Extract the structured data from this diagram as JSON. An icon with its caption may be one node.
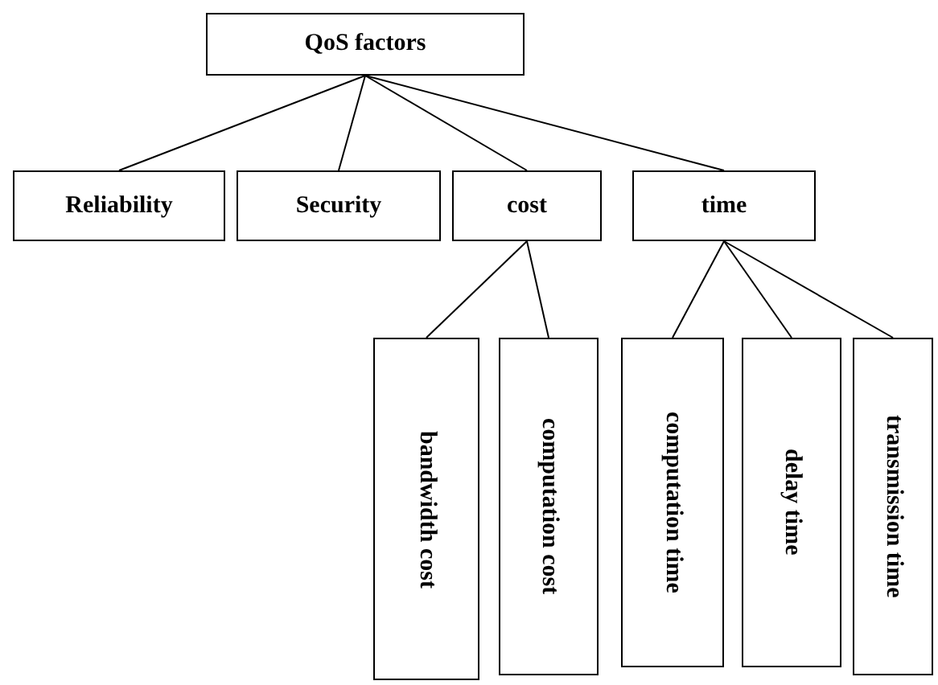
{
  "diagram": {
    "nodes": [
      {
        "text": [
          "QoS factors"
        ]
      },
      {
        "text": [
          "Reliability"
        ]
      },
      {
        "text": [
          "Security"
        ]
      },
      {
        "text": [
          "cost"
        ]
      },
      {
        "text": [
          "time"
        ]
      },
      {
        "text": [
          "bandwidth cost"
        ]
      },
      {
        "text": [
          "computation cost"
        ]
      },
      {
        "text": [
          "computation time"
        ]
      },
      {
        "text": [
          "delay time"
        ]
      },
      {
        "text": [
          "transmission time"
        ]
      }
    ],
    "edges": [
      {
        "from": 0,
        "to": 1,
        "arrow": "none"
      },
      {
        "from": 0,
        "to": 2,
        "arrow": "none"
      },
      {
        "from": 0,
        "to": 3,
        "arrow": "none"
      },
      {
        "from": 0,
        "to": 4,
        "arrow": "none"
      },
      {
        "from": 3,
        "to": 5,
        "arrow": "none"
      },
      {
        "from": 3,
        "to": 6,
        "arrow": "none"
      },
      {
        "from": 4,
        "to": 7,
        "arrow": "none"
      },
      {
        "from": 4,
        "to": 8,
        "arrow": "none"
      },
      {
        "from": 4,
        "to": 9,
        "arrow": "none"
      }
    ]
  }
}
